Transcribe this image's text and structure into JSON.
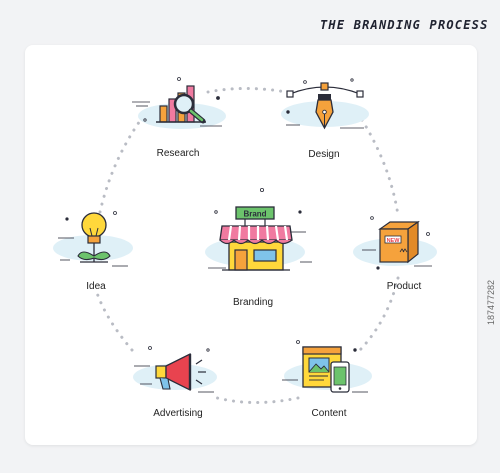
{
  "title": "THE BRANDING PROCESS",
  "center": {
    "label": "Branding",
    "sign": "Brand"
  },
  "nodes": [
    {
      "key": "research",
      "label": "Research"
    },
    {
      "key": "design",
      "label": "Design"
    },
    {
      "key": "idea",
      "label": "Idea"
    },
    {
      "key": "product",
      "label": "Product",
      "box_text": "NEW"
    },
    {
      "key": "advertising",
      "label": "Advertising"
    },
    {
      "key": "content",
      "label": "Content"
    }
  ],
  "stock_id": "187477282",
  "colors": {
    "outline": "#2b2d3a",
    "orange": "#f5a23c",
    "yellow": "#ffd83b",
    "green": "#6cc36c",
    "pink": "#f07aa0",
    "red": "#e8434f",
    "blue": "#7fc3ea",
    "light_blue": "#dff0f7",
    "dots": "#b9bcc4"
  }
}
